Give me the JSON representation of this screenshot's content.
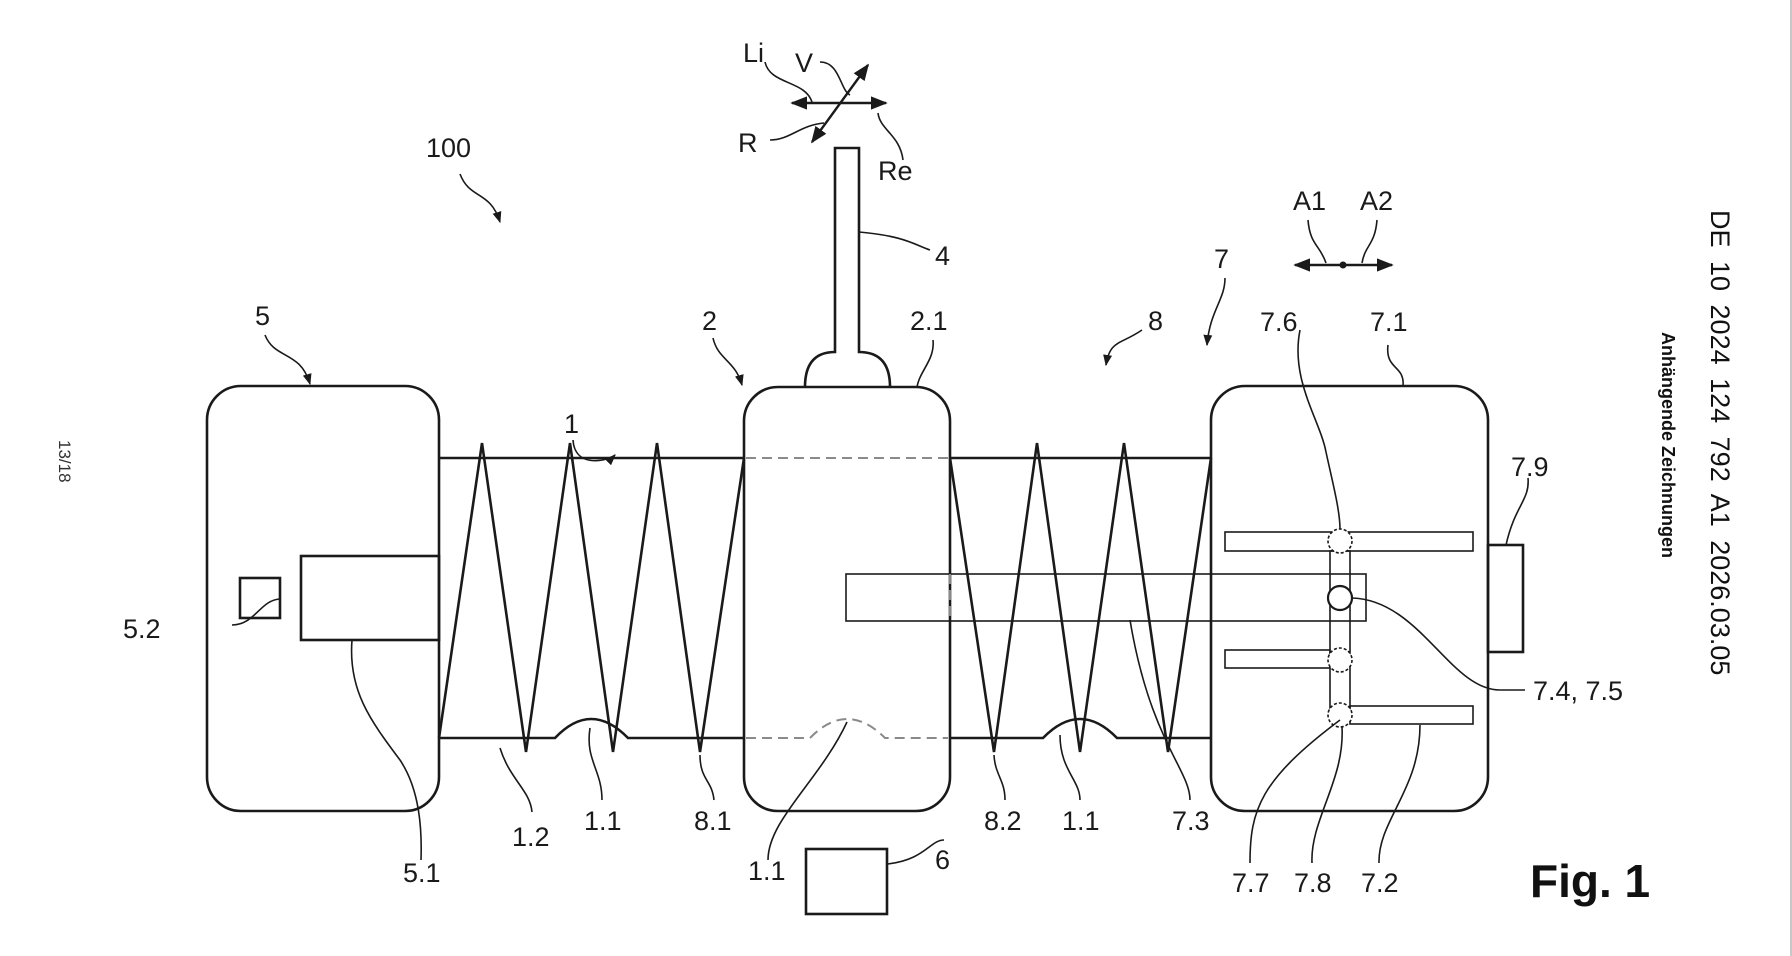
{
  "document": {
    "number": "DE 10 2024 124 792 A1    2026.03.05",
    "subtitle": "Anhängende Zeichnungen",
    "sheet": "13/18",
    "figure_caption": "Fig. 1"
  },
  "labels": {
    "system": "100",
    "module_5": "5",
    "module_5_1": "5.1",
    "module_5_2": "5.2",
    "spring_1": "1",
    "spring_1_1_a": "1.1",
    "spring_1_1_b": "1.1",
    "spring_1_1_c": "1.1",
    "spring_1_2": "1.2",
    "carriage_2": "2",
    "carriage_2_1": "2.1",
    "lever_4": "4",
    "unit_6": "6",
    "unit_7": "7",
    "unit_7_1": "7.1",
    "unit_7_2": "7.2",
    "unit_7_3": "7.3",
    "unit_7_4_7_5": "7.4, 7.5",
    "unit_7_6": "7.6",
    "unit_7_7": "7.7",
    "unit_7_8": "7.8",
    "unit_7_9": "7.9",
    "spring_8": "8",
    "spring_8_1": "8.1",
    "spring_8_2": "8.2"
  },
  "directions": {
    "left": "Li",
    "forward": "V",
    "back": "R",
    "right": "Re",
    "a1": "A1",
    "a2": "A2"
  }
}
